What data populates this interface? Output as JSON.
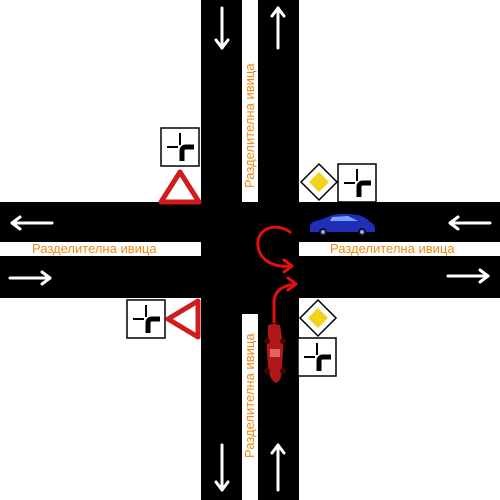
{
  "labels": {
    "left_horizontal": "Разделителна ивица",
    "right_horizontal": "Разделителна ивица",
    "top_vertical": "Разделителна ивица",
    "bottom_vertical": "Разделителна ивица"
  },
  "colors": {
    "road": "#000000",
    "divider": "#ffffff",
    "label": "#ef8a14",
    "yield_border": "#d01c1c",
    "priority_yellow": "#f2d21a",
    "blue_car": "#1f2fb8",
    "red_car": "#b01818",
    "maneuver_arrow": "#e01010"
  },
  "icons": {
    "arrows": "white-direction-arrows",
    "yield": "yield-sign-icon",
    "priority": "priority-road-sign-icon",
    "junction": "junction-priority-plate-icon",
    "cars": "car-icon"
  }
}
